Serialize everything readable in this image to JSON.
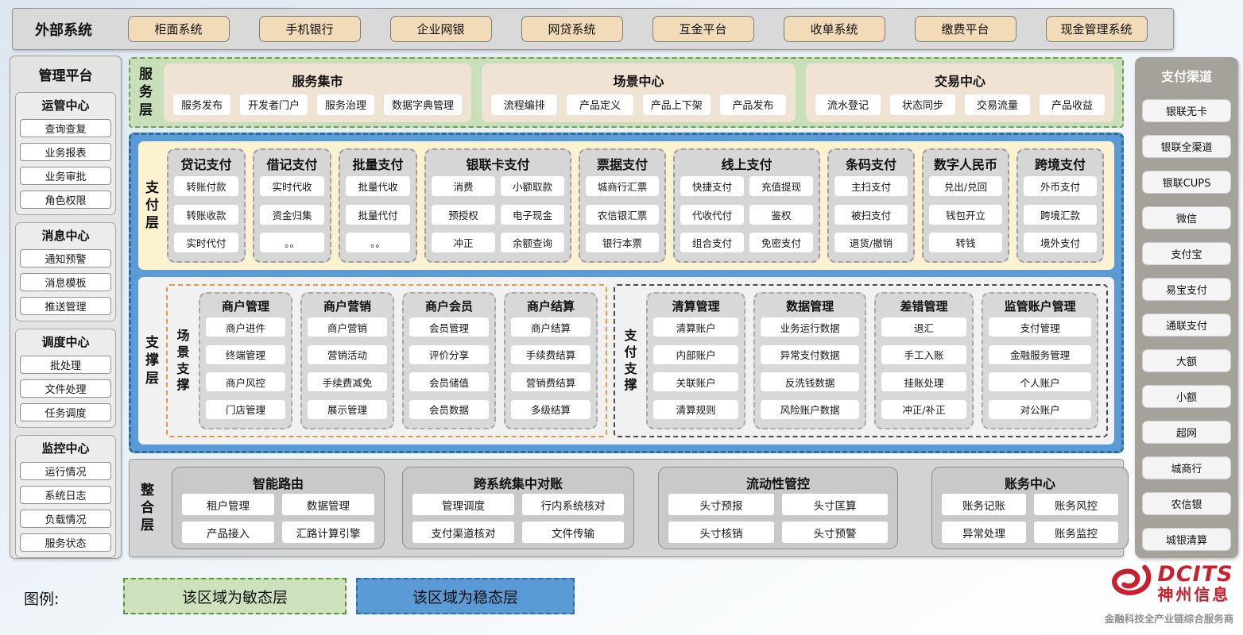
{
  "colors": {
    "agile_green": "#cde2bc",
    "stable_blue": "#5b9bd5",
    "cream_button": "#f2dbb8",
    "brand_red": "#c8202e"
  },
  "external_bar": {
    "label": "外部系统",
    "systems": [
      "柜面系统",
      "手机银行",
      "企业网银",
      "网贷系统",
      "互金平台",
      "收单系统",
      "缴费平台",
      "现金管理系统"
    ]
  },
  "management_platform": {
    "title": "管理平台",
    "groups": [
      {
        "title": "运管中心",
        "items": [
          "查询查复",
          "业务报表",
          "业务审批",
          "角色权限"
        ]
      },
      {
        "title": "消息中心",
        "items": [
          "通知预警",
          "消息模板",
          "推送管理"
        ]
      },
      {
        "title": "调度中心",
        "items": [
          "批处理",
          "文件处理",
          "任务调度"
        ]
      },
      {
        "title": "监控中心",
        "items": [
          "运行情况",
          "系统日志",
          "负载情况",
          "服务状态"
        ]
      }
    ]
  },
  "payment_channels": {
    "title": "支付渠道",
    "items": [
      "银联无卡",
      "银联全渠道",
      "银联CUPS",
      "微信",
      "支付宝",
      "易宝支付",
      "通联支付",
      "大额",
      "小额",
      "超网",
      "城商行",
      "农信银",
      "城银清算"
    ]
  },
  "service_layer": {
    "label": "服务层",
    "groups": [
      {
        "title": "服务集市",
        "items": [
          "服务发布",
          "开发者门户",
          "服务治理",
          "数据字典管理"
        ]
      },
      {
        "title": "场景中心",
        "items": [
          "流程编排",
          "产品定义",
          "产品上下架",
          "产品发布"
        ]
      },
      {
        "title": "交易中心",
        "items": [
          "流水登记",
          "状态同步",
          "交易流量",
          "产品收益"
        ]
      }
    ]
  },
  "payment_layer": {
    "label": "支付层",
    "columns": [
      {
        "title": "贷记支付",
        "items": [
          "转账付款",
          "转账收款",
          "实时代付"
        ]
      },
      {
        "title": "借记支付",
        "items": [
          "实时代收",
          "资金归集",
          "。。"
        ]
      },
      {
        "title": "批量支付",
        "items": [
          "批量代收",
          "批量代付",
          "。。"
        ]
      },
      {
        "title": "银联卡支付",
        "items": [
          "消费",
          "小额取款",
          "预授权",
          "电子现金",
          "冲正",
          "余额查询"
        ]
      },
      {
        "title": "票据支付",
        "items": [
          "城商行汇票",
          "农信银汇票",
          "银行本票"
        ]
      },
      {
        "title": "线上支付",
        "items": [
          "快捷支付",
          "充值提现",
          "代收代付",
          "鉴权",
          "组合支付",
          "免密支付"
        ]
      },
      {
        "title": "条码支付",
        "items": [
          "主扫支付",
          "被扫支付",
          "退货/撤销"
        ]
      },
      {
        "title": "数字人民币",
        "items": [
          "兑出/兑回",
          "钱包开立",
          "转钱"
        ]
      },
      {
        "title": "跨境支付",
        "items": [
          "外币支付",
          "跨境汇款",
          "境外支付"
        ]
      }
    ]
  },
  "support_layer": {
    "label": "支撑层",
    "scene_support": {
      "label": "场景支撑",
      "columns": [
        {
          "title": "商户管理",
          "items": [
            "商户进件",
            "终端管理",
            "商户风控",
            "门店管理"
          ]
        },
        {
          "title": "商户营销",
          "items": [
            "商户营销",
            "营销活动",
            "手续费减免",
            "展示管理"
          ]
        },
        {
          "title": "商户会员",
          "items": [
            "会员管理",
            "评价分享",
            "会员储值",
            "会员数据"
          ]
        },
        {
          "title": "商户结算",
          "items": [
            "商户结算",
            "手续费结算",
            "营销费结算",
            "多级结算"
          ]
        }
      ]
    },
    "payment_support": {
      "label": "支付支撑",
      "columns": [
        {
          "title": "清算管理",
          "items": [
            "清算账户",
            "内部账户",
            "关联账户",
            "清算规则"
          ]
        },
        {
          "title": "数据管理",
          "items": [
            "业务运行数据",
            "异常支付数据",
            "反洗钱数据",
            "风险账户数据"
          ]
        },
        {
          "title": "差错管理",
          "items": [
            "退汇",
            "手工入账",
            "挂账处理",
            "冲正/补正"
          ]
        },
        {
          "title": "监管账户管理",
          "items": [
            "支付管理",
            "金融服务管理",
            "个人账户",
            "对公账户"
          ]
        }
      ]
    }
  },
  "integration_layer": {
    "label": "整合层",
    "groups": [
      {
        "title": "智能路由",
        "items": [
          "租户管理",
          "数据管理",
          "产品接入",
          "汇路计算引擎"
        ]
      },
      {
        "title": "跨系统集中对账",
        "items": [
          "管理调度",
          "行内系统核对",
          "支付渠道核对",
          "文件传输"
        ]
      },
      {
        "title": "流动性管控",
        "items": [
          "头寸预报",
          "头寸匡算",
          "头寸核销",
          "头寸预警"
        ]
      },
      {
        "title": "账务中心",
        "items": [
          "账务记账",
          "账务风控",
          "异常处理",
          "账务监控"
        ]
      }
    ]
  },
  "legend": {
    "label": "图例:",
    "agile": "该区域为敏态层",
    "stable": "该区域为稳态层"
  },
  "logo": {
    "brand": "DCITS",
    "company": "神州信息",
    "tagline": "金融科技全产业链综合服务商"
  }
}
